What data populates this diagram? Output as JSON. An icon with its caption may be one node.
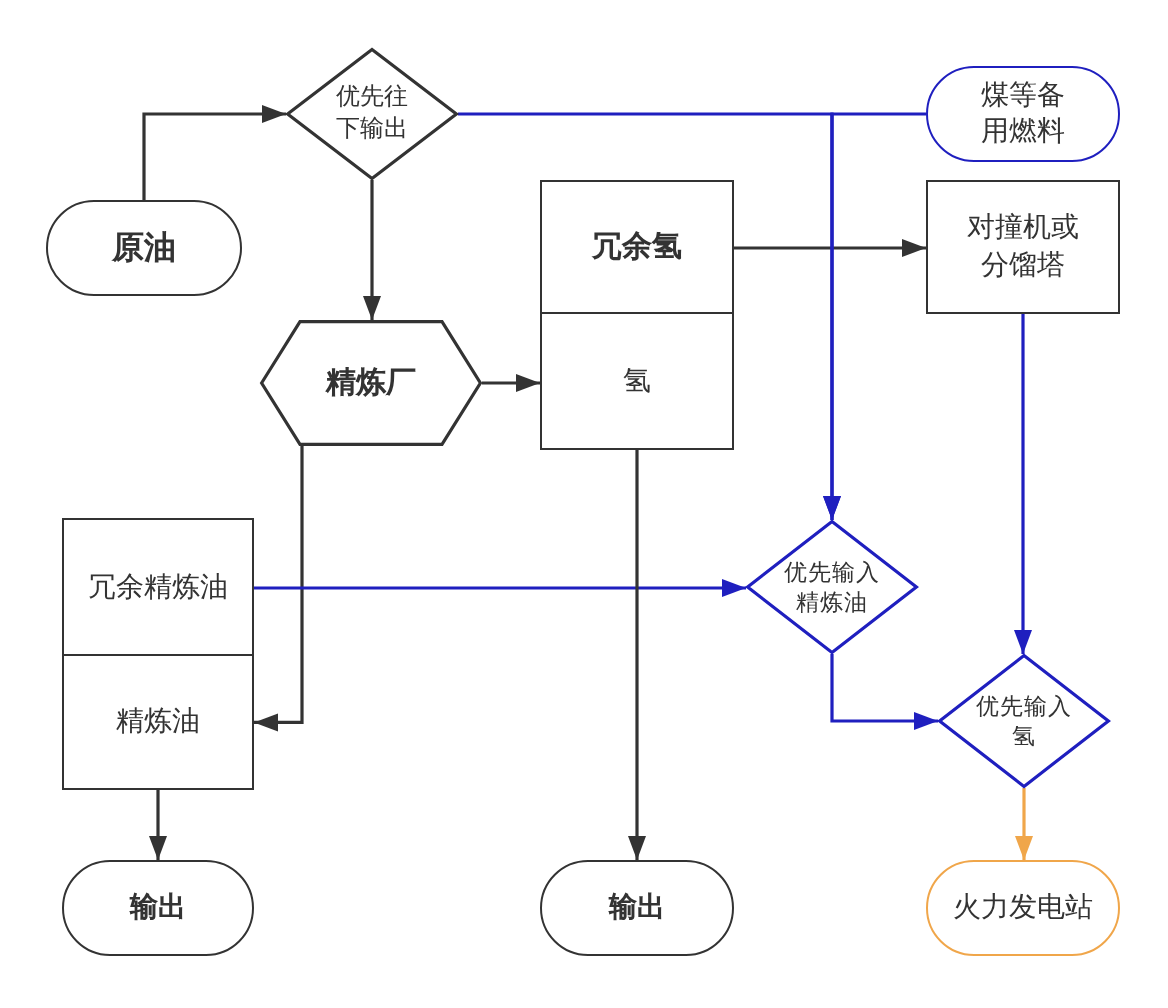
{
  "diagram": {
    "nodes": [
      {
        "text": [
          "原油"
        ]
      },
      {
        "text": [
          "优先往下输出"
        ]
      },
      {
        "text": [
          "煤等备用燃料"
        ]
      },
      {
        "text": [
          "冗余氢"
        ]
      },
      {
        "text": [
          "氢"
        ]
      },
      {
        "text": [
          "精炼厂"
        ]
      },
      {
        "text": [
          "对撞机或分馏塔"
        ]
      },
      {
        "text": [
          "冗余精炼油"
        ]
      },
      {
        "text": [
          "精炼油"
        ]
      },
      {
        "text": [
          "优先输入精炼油"
        ]
      },
      {
        "text": [
          "优先输入氢"
        ]
      },
      {
        "text": [
          "输出"
        ]
      },
      {
        "text": [
          "输出"
        ]
      },
      {
        "text": [
          "火力发电站"
        ]
      }
    ],
    "edges": [
      {
        "from": 0,
        "to": 1,
        "arrow": "to"
      },
      {
        "from": 1,
        "to": 5,
        "arrow": "to"
      },
      {
        "from": 5,
        "to": 4,
        "arrow": "to"
      },
      {
        "from": 5,
        "to": 8,
        "arrow": "to"
      },
      {
        "from": 3,
        "to": 6,
        "arrow": "to"
      },
      {
        "from": 1,
        "to": 9,
        "arrow": "to",
        "color": "#1f1fbf"
      },
      {
        "from": 2,
        "to": 9,
        "arrow": "to",
        "color": "#1f1fbf"
      },
      {
        "from": 7,
        "to": 9,
        "arrow": "to",
        "color": "#1f1fbf"
      },
      {
        "from": 9,
        "to": 10,
        "arrow": "to",
        "color": "#1f1fbf"
      },
      {
        "from": 6,
        "to": 10,
        "arrow": "to",
        "color": "#1f1fbf"
      },
      {
        "from": 10,
        "to": 13,
        "arrow": "to",
        "color": "#f0a64a"
      },
      {
        "from": 8,
        "to": 11,
        "arrow": "to"
      },
      {
        "from": 4,
        "to": 12,
        "arrow": "to"
      }
    ]
  }
}
